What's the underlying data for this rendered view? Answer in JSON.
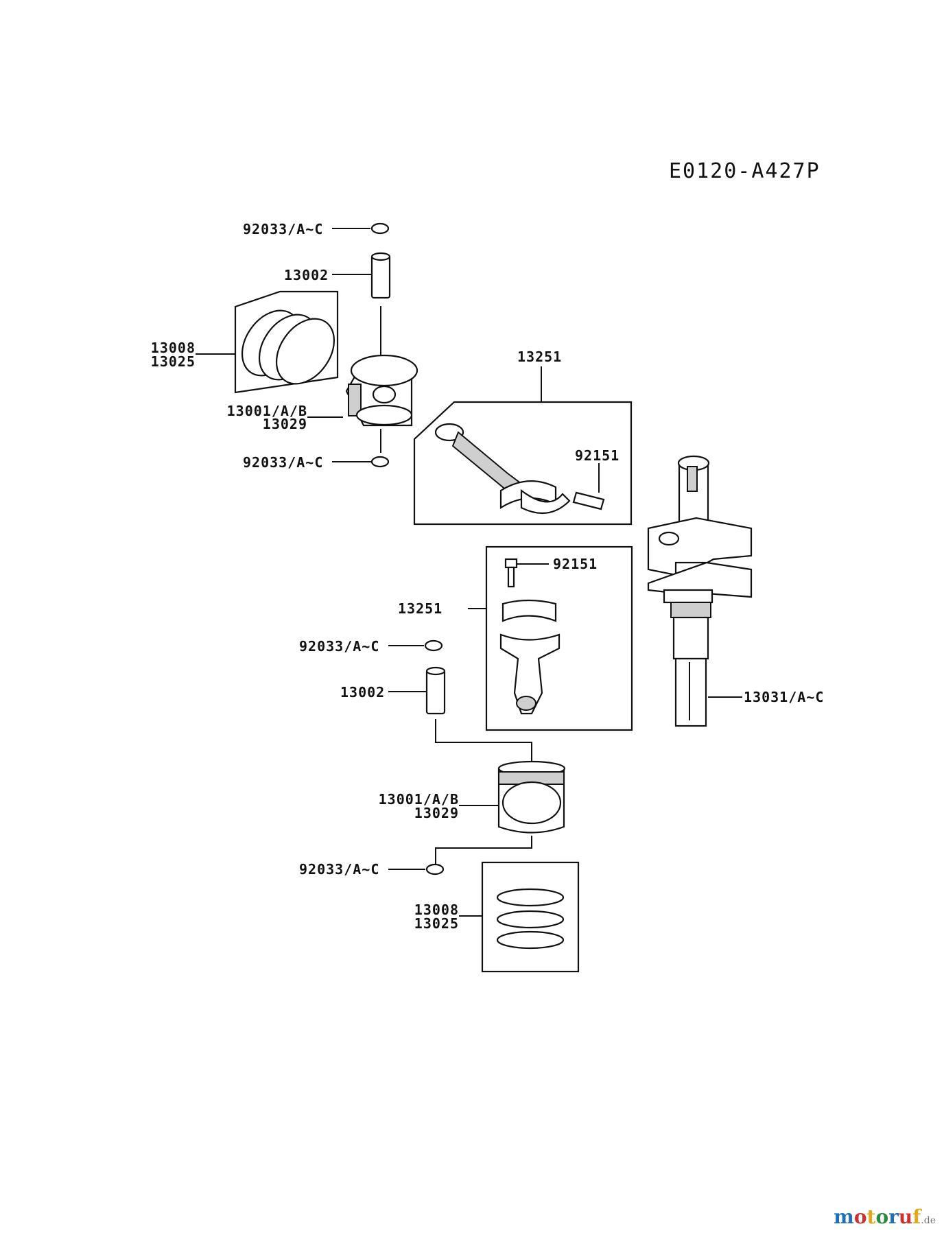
{
  "diagram_code": "E0120-A427P",
  "watermark": {
    "letters": [
      "m",
      "o",
      "t",
      "o",
      "r",
      "u",
      "f"
    ],
    "colors": [
      "#1f6fb5",
      "#c8322f",
      "#e2a81c",
      "#2e8b3d",
      "#1f6fb5",
      "#c8322f",
      "#e2a81c"
    ],
    "tld": ".de"
  },
  "parts": {
    "circlip_top_upper": "92033/A~C",
    "pin_upper": "13002",
    "rings_upper_a": "13008",
    "rings_upper_b": "13025",
    "piston_upper_a": "13001/A/B",
    "piston_upper_b": "13029",
    "circlip_top_lower": "92033/A~C",
    "conrod_upper": "13251",
    "bolt_upper": "92151",
    "bolt_lower": "92151",
    "conrod_lower": "13251",
    "circlip_bottom_upper": "92033/A~C",
    "pin_lower": "13002",
    "crankshaft": "13031/A~C",
    "piston_lower_a": "13001/A/B",
    "piston_lower_b": "13029",
    "circlip_bottom_lower": "92033/A~C",
    "rings_lower_a": "13008",
    "rings_lower_b": "13025"
  }
}
